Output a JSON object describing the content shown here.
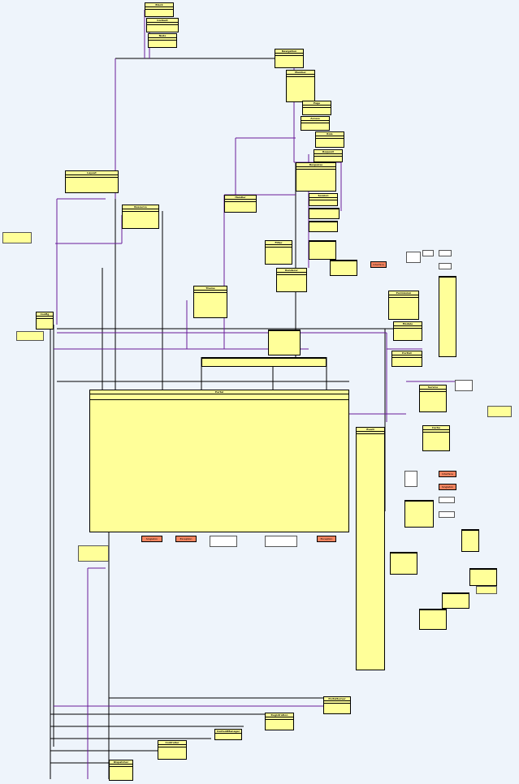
{
  "diagram": {
    "classes": {
      "main": {
        "title": "Portal"
      },
      "top1": {
        "title": "Block"
      },
      "top2": {
        "title": "Content"
      },
      "top3": {
        "title": "Node"
      },
      "r1": {
        "title": "Navigation"
      },
      "r2": {
        "title": "Member"
      },
      "r3": {
        "title": "Page"
      },
      "r4": {
        "title": "Access"
      },
      "r5": {
        "title": "Role"
      },
      "r6": {
        "title": "Request"
      },
      "r7": {
        "title": "Response"
      },
      "r8": {
        "title": "Session"
      },
      "left1": {
        "title": "Layout"
      },
      "left2": {
        "title": "Config"
      },
      "mid1": {
        "title": "Resource"
      },
      "mid2": {
        "title": "Handler"
      },
      "mid3": {
        "title": "Filter"
      },
      "mid4": {
        "title": "Renderer"
      },
      "mid5": {
        "title": "Theme"
      },
      "right1": {
        "title": "Permission"
      },
      "right2": {
        "title": "Module"
      },
      "right3": {
        "title": "Portlet"
      },
      "right4": {
        "title": "Service"
      },
      "right5": {
        "title": "Cache"
      },
      "right6": {
        "title": "Event"
      },
      "bottom1": {
        "title": "PortalServer"
      },
      "bottom2": {
        "title": "Registration"
      },
      "bottom3": {
        "title": "ContentManager"
      },
      "bottom4": {
        "title": "Controller"
      },
      "bottom5": {
        "title": "Dispatcher"
      }
    },
    "orange_boxes": [
      "Singleton",
      "Exception",
      "Exception",
      "Interface",
      "Interface",
      "Singleton"
    ]
  }
}
